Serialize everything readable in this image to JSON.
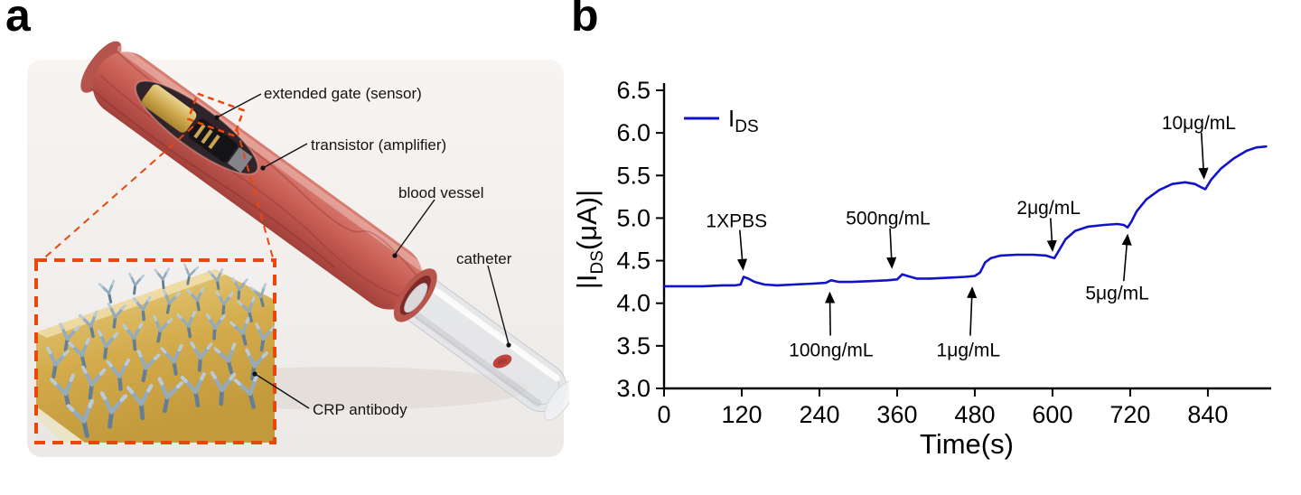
{
  "figure": {
    "panel_a_letter": "a",
    "panel_b_letter": "b"
  },
  "panel_a": {
    "labels": {
      "extended_gate": "extended gate (sensor)",
      "transistor": "transistor (amplifier)",
      "blood_vessel": "blood vessel",
      "catheter": "catheter",
      "crp_antibody": "CRP antibody"
    },
    "callout_color": "#e8480e"
  },
  "chart_data": {
    "type": "line",
    "title": "",
    "xlabel": "Time(s)",
    "ylabel_pre": "|I",
    "ylabel_sub": "DS",
    "ylabel_post": "(μA)|",
    "legend_main": "I",
    "legend_sub": "DS",
    "legend_position": "top-left",
    "grid": false,
    "xlim": [
      0,
      935
    ],
    "ylim": [
      3.0,
      6.5
    ],
    "xticks": [
      0,
      120,
      240,
      360,
      480,
      600,
      720,
      840
    ],
    "yticks": [
      3.0,
      3.5,
      4.0,
      4.5,
      5.0,
      5.5,
      6.0,
      6.5
    ],
    "series": [
      {
        "name": "IDS",
        "color": "#1212cc",
        "x": [
          0,
          30,
          60,
          90,
          110,
          118,
          123,
          130,
          140,
          155,
          175,
          200,
          230,
          250,
          258,
          270,
          290,
          320,
          345,
          360,
          368,
          376,
          390,
          410,
          440,
          465,
          480,
          488,
          496,
          505,
          520,
          545,
          570,
          590,
          598,
          603,
          610,
          620,
          635,
          655,
          680,
          700,
          710,
          716,
          722,
          730,
          745,
          765,
          785,
          805,
          820,
          830,
          836,
          845,
          860,
          880,
          900,
          915,
          930
        ],
        "y": [
          4.2,
          4.2,
          4.2,
          4.21,
          4.21,
          4.22,
          4.31,
          4.29,
          4.25,
          4.22,
          4.21,
          4.22,
          4.23,
          4.24,
          4.27,
          4.25,
          4.25,
          4.26,
          4.27,
          4.28,
          4.34,
          4.32,
          4.29,
          4.29,
          4.3,
          4.31,
          4.32,
          4.36,
          4.48,
          4.53,
          4.56,
          4.57,
          4.57,
          4.56,
          4.54,
          4.53,
          4.62,
          4.75,
          4.85,
          4.9,
          4.92,
          4.93,
          4.92,
          4.89,
          4.96,
          5.08,
          5.22,
          5.33,
          5.4,
          5.42,
          5.4,
          5.36,
          5.34,
          5.45,
          5.58,
          5.7,
          5.79,
          5.83,
          5.84
        ]
      }
    ],
    "annotations": [
      {
        "label": "1XPBS",
        "text": [
          112,
          4.97
        ],
        "arrow": [
          [
            117,
            4.86
          ],
          [
            122,
            4.4
          ]
        ]
      },
      {
        "label": "100ng/mL",
        "text": [
          258,
          3.45
        ],
        "arrow": [
          [
            257,
            3.62
          ],
          [
            256,
            4.12
          ]
        ]
      },
      {
        "label": "500ng/mL",
        "text": [
          346,
          5.0
        ],
        "arrow": [
          [
            349,
            4.88
          ],
          [
            352,
            4.42
          ]
        ]
      },
      {
        "label": "1μg/mL",
        "text": [
          470,
          3.45
        ],
        "arrow": [
          [
            473,
            3.62
          ],
          [
            476,
            4.18
          ]
        ]
      },
      {
        "label": "2μg/mL",
        "text": [
          594,
          5.12
        ],
        "arrow": [
          [
            597,
            5.0
          ],
          [
            600,
            4.62
          ]
        ]
      },
      {
        "label": "5μg/mL",
        "text": [
          700,
          4.12
        ],
        "arrow": [
          [
            710,
            4.26
          ],
          [
            716,
            4.8
          ]
        ]
      },
      {
        "label": "10μg/mL",
        "text": [
          826,
          6.12
        ],
        "arrow": [
          [
            830,
            6.0
          ],
          [
            834,
            5.47
          ]
        ]
      }
    ]
  }
}
